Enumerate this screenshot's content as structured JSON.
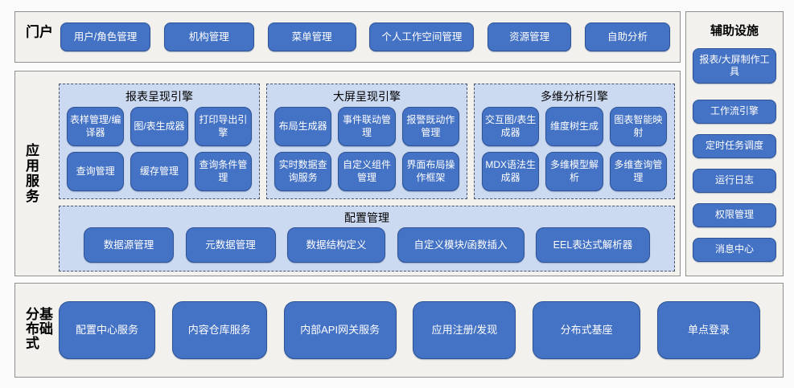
{
  "colors": {
    "page_bg": "#FBFBFB",
    "section_bg": "#F2F1ED",
    "section_border": "#8F8F8F",
    "button_blue": "#4472C4",
    "button_border": "#2E5395",
    "panel_light_blue": "#CBD9F1",
    "panel_dashed_border": "#44546A",
    "button_text": "#FFFFFF",
    "title_text": "#000000"
  },
  "portal": {
    "label": "门户",
    "items": [
      "用户/角色管理",
      "机构管理",
      "菜单管理",
      "个人工作空间管理",
      "资源管理",
      "自助分析"
    ]
  },
  "app_services": {
    "label": "应用服务",
    "engines": [
      {
        "title": "报表呈现引擎",
        "items": [
          "表样管理/编译器",
          "图/表生成器",
          "打印导出引擎",
          "查询管理",
          "缓存管理",
          "查询条件管理"
        ]
      },
      {
        "title": "大屏呈现引擎",
        "items": [
          "布局生成器",
          "事件联动管理",
          "报警既动作管理",
          "实时数据查询服务",
          "自定义组件管理",
          "界面布局操作框架"
        ]
      },
      {
        "title": "多维分析引擎",
        "items": [
          "交互图/表生成器",
          "维度树生成",
          "图表智能映射",
          "MDX语法生成器",
          "多维模型解析",
          "多维查询管理"
        ]
      }
    ],
    "config": {
      "title": "配置管理",
      "items": [
        "数据源管理",
        "元数据管理",
        "数据结构定义",
        "自定义模块/函数插入",
        "EEL表达式解析器"
      ]
    }
  },
  "auxiliary": {
    "title": "辅助设施",
    "items": [
      "报表/大屏制作工具",
      "工作流引擎",
      "定时任务调度",
      "运行日志",
      "权限管理",
      "消息中心"
    ]
  },
  "distributed": {
    "label": "分布式基础",
    "items": [
      "配置中心服务",
      "内容仓库服务",
      "内部API网关服务",
      "应用注册/发现",
      "分布式基座",
      "单点登录"
    ]
  }
}
